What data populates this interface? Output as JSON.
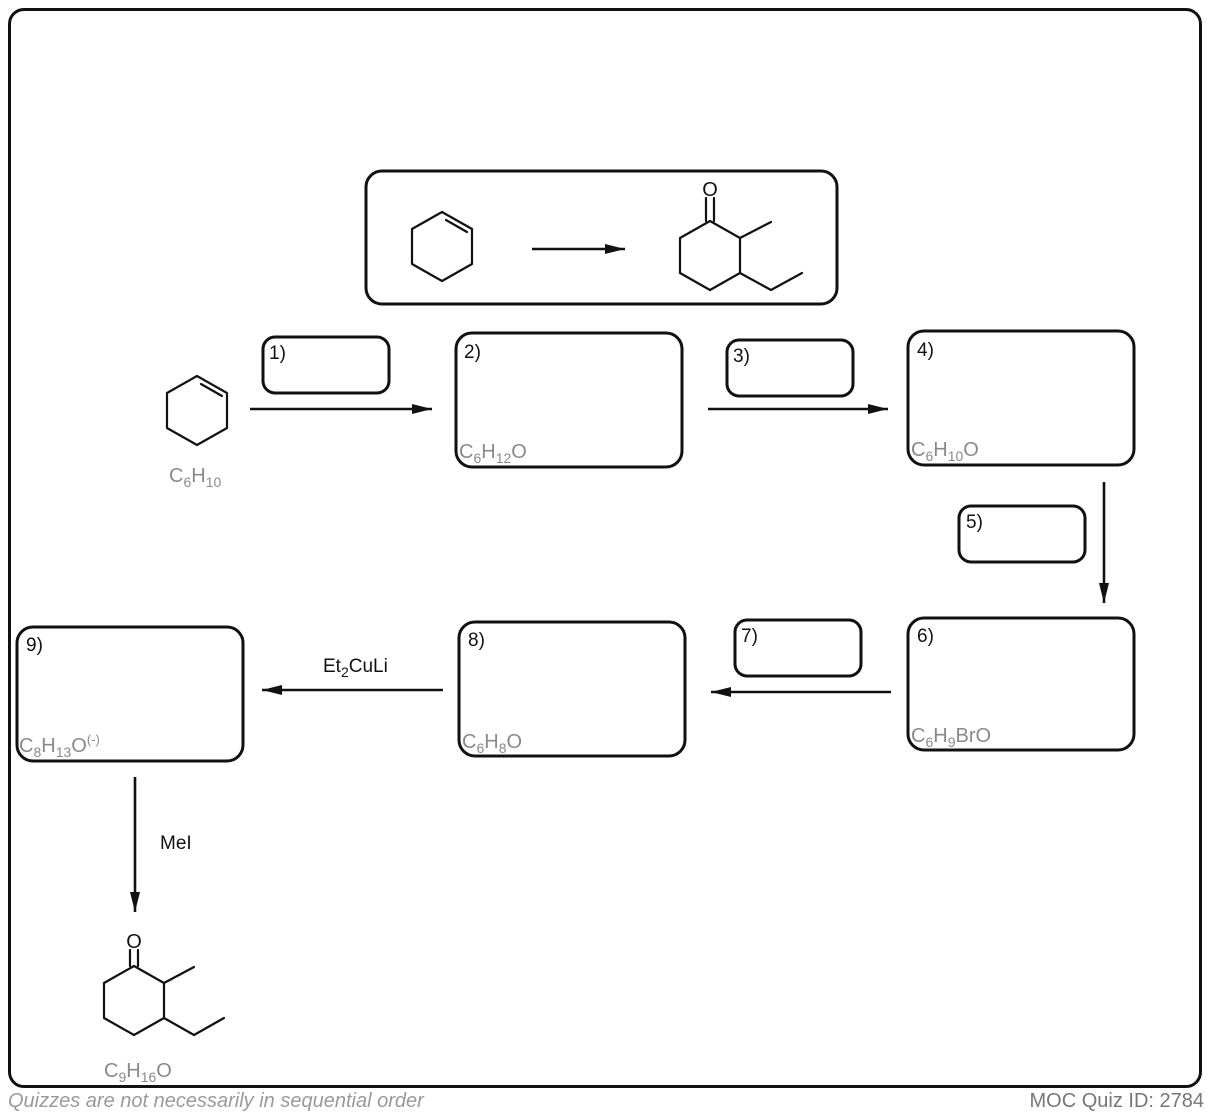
{
  "slots": {
    "s1": "1)",
    "s2": "2)",
    "s3": "3)",
    "s4": "4)",
    "s5": "5)",
    "s6": "6)",
    "s7": "7)",
    "s8": "8)",
    "s9": "9)"
  },
  "formulas": {
    "start": {
      "el1": "C",
      "n1": "6",
      "el2": "H",
      "n2": "10"
    },
    "s2": {
      "el1": "C",
      "n1": "6",
      "el2": "H",
      "n2": "12",
      "el3": "O"
    },
    "s4": {
      "el1": "C",
      "n1": "6",
      "el2": "H",
      "n2": "10",
      "el3": "O"
    },
    "s6": {
      "el1": "C",
      "n1": "6",
      "el2": "H",
      "n2": "9",
      "el3": "BrO"
    },
    "s8": {
      "el1": "C",
      "n1": "6",
      "el2": "H",
      "n2": "8",
      "el3": "O"
    },
    "s9": {
      "el1": "C",
      "n1": "8",
      "el2": "H",
      "n2": "13",
      "el3": "O",
      "charge": "(-)"
    },
    "final": {
      "el1": "C",
      "n1": "9",
      "el2": "H",
      "n2": "16",
      "el3": "O"
    }
  },
  "reagents": {
    "cuprate": {
      "a": "Et",
      "sub": "2",
      "b": "CuLi"
    },
    "methyl_iodide": "MeI"
  },
  "atoms": {
    "oxygen": "O"
  },
  "footer": {
    "note": "Quizzes are not necessarily in sequential order",
    "quiz_id": "MOC Quiz ID: 2784"
  }
}
